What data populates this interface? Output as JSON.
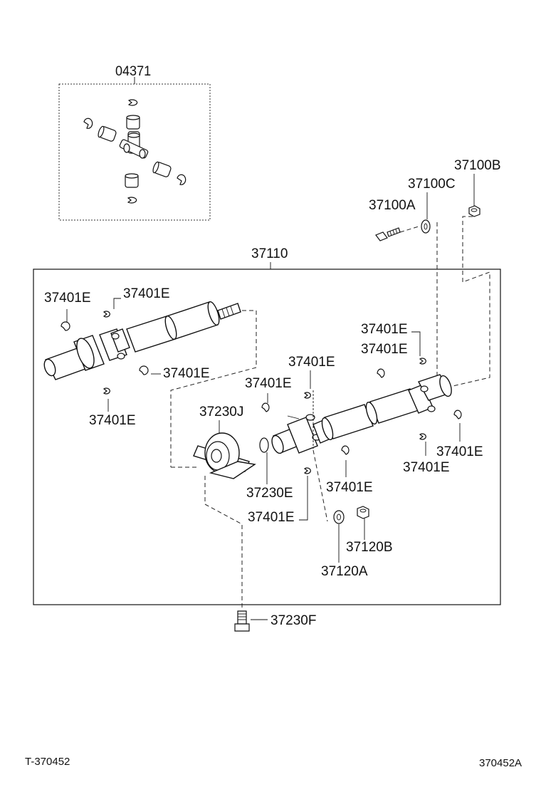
{
  "parts": {
    "p04371": "04371",
    "p37100B": "37100B",
    "p37100C": "37100C",
    "p37100A": "37100A",
    "p37110": "37110",
    "p37401E": "37401E",
    "p37230J": "37230J",
    "p37230E": "37230E",
    "p37120B": "37120B",
    "p37120A": "37120A",
    "p37230F": "37230F"
  },
  "footer": {
    "left_code": "T-370452",
    "right_code": "370452A"
  },
  "colors": {
    "line": "#111111",
    "background": "#ffffff"
  }
}
